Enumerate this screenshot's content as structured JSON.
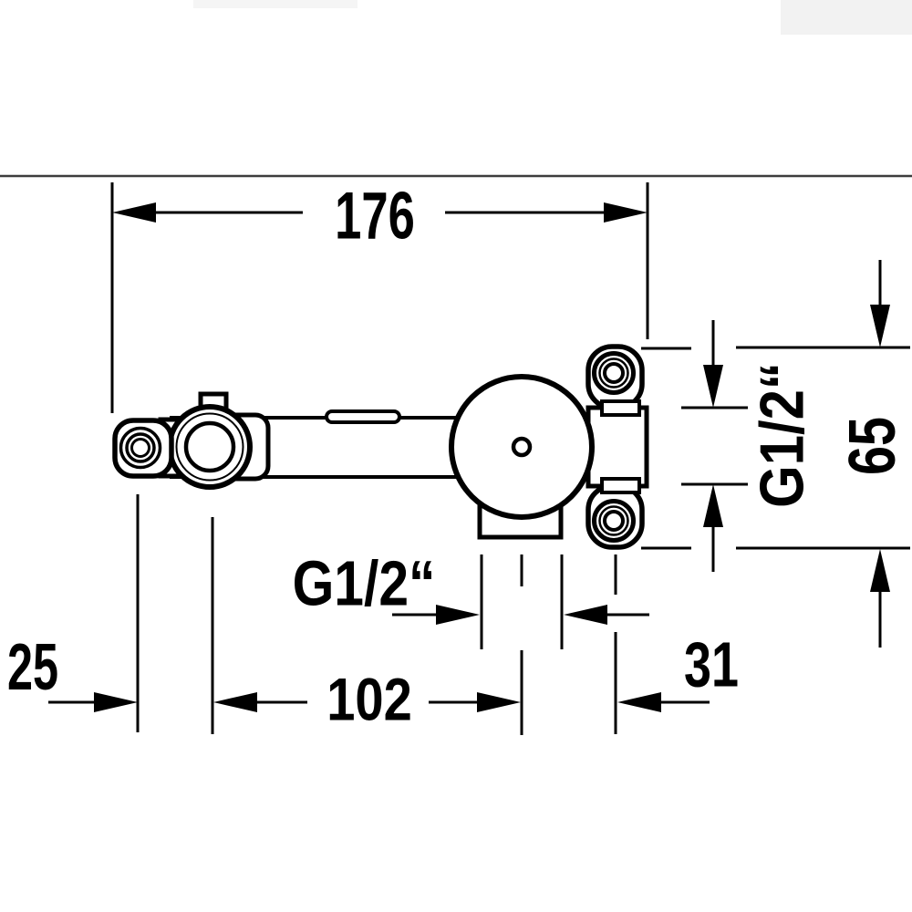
{
  "page": {
    "background": "#ffffff"
  },
  "drawing": {
    "type": "technical-dimension-drawing",
    "subject": "wall-mounted mixer concealed rough-in body, side view with mounting bracket and connection ports",
    "units": "mm",
    "colors": {
      "line": "#000000",
      "wall_line": "#3d3d3d",
      "text": "#000000",
      "background": "#ffffff"
    }
  },
  "labels": {
    "width_total": "176",
    "left_port_offset": "25",
    "valve_to_spout": "102",
    "spout_to_side_port": "31",
    "connection_height": "65",
    "thread_side_ports": "G1/2“",
    "thread_bottom_outlet": "G1/2“"
  }
}
